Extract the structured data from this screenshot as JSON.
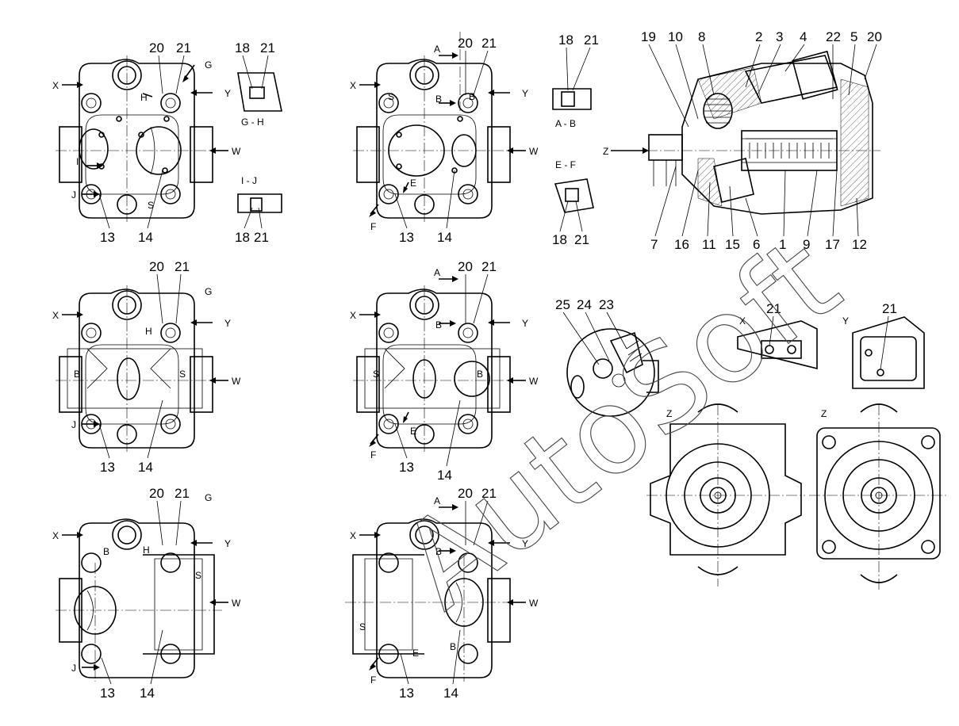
{
  "watermark": "AutoSoft",
  "part_numbers": {
    "n1": "1",
    "n2": "2",
    "n3": "3",
    "n4": "4",
    "n5": "5",
    "n6": "6",
    "n7": "7",
    "n8": "8",
    "n9": "9",
    "n10": "10",
    "n11": "11",
    "n12": "12",
    "n13": "13",
    "n14": "14",
    "n15": "15",
    "n16": "16",
    "n17": "17",
    "n18": "18",
    "n19": "19",
    "n20": "20",
    "n21": "21",
    "n22": "22",
    "n23": "23",
    "n24": "24",
    "n25": "25"
  },
  "view_letters": {
    "x": "X",
    "y": "Y",
    "w": "W",
    "z": "Z",
    "a": "A",
    "b": "B",
    "e": "E",
    "f": "F",
    "g": "G",
    "h": "H",
    "i": "I",
    "j": "J"
  },
  "section_labels": {
    "gh": "G - H",
    "ij": "I - J",
    "ab": "A - B",
    "ef": "E - F"
  },
  "port_marks": {
    "s": "S",
    "b": "B"
  }
}
